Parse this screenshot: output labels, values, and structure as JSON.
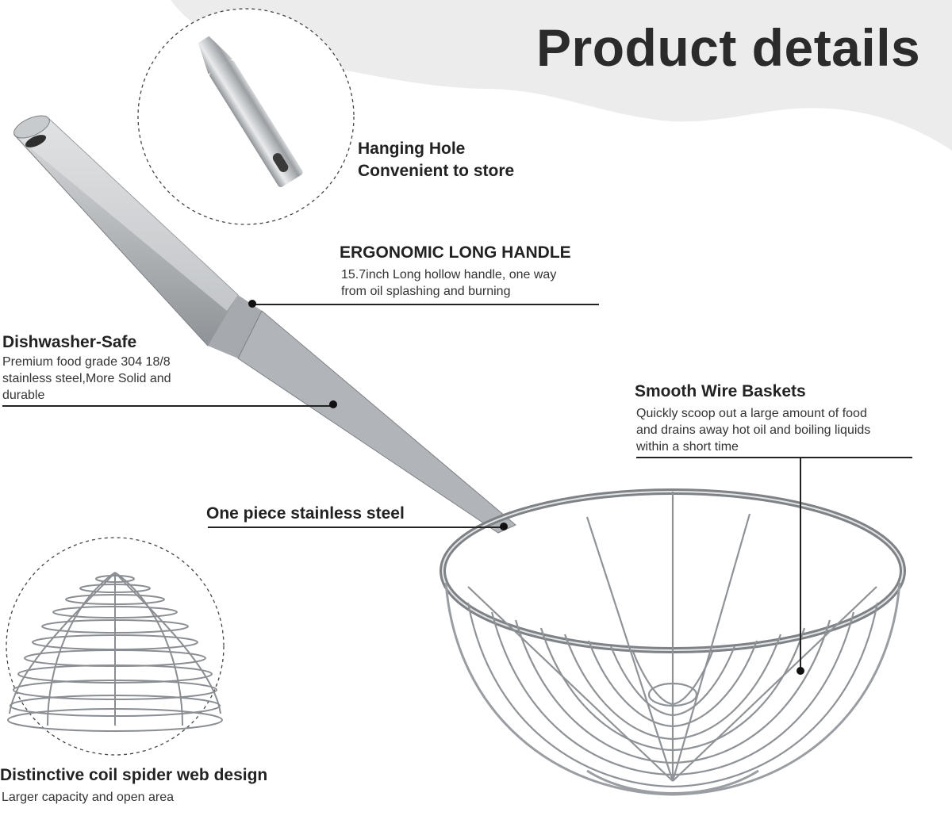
{
  "title": "Product details",
  "callouts": {
    "hanging_hole": {
      "title": "Hanging Hole",
      "line2": "Convenient to store"
    },
    "handle": {
      "title": "ERGONOMIC LONG HANDLE",
      "desc": "15.7inch Long hollow handle, one way\nfrom oil splashing and burning"
    },
    "dishwasher": {
      "title": "Dishwasher-Safe",
      "desc": "Premium food grade 304 18/8\nstainless steel,More Solid and\ndurable"
    },
    "baskets": {
      "title": "Smooth Wire Baskets",
      "desc": "Quickly scoop out a large amount of food\nand drains away hot oil and boiling liquids\nwithin a short time"
    },
    "one_piece": {
      "title": "One piece stainless steel"
    },
    "coil": {
      "title": "Distinctive coil spider web design",
      "desc": "Larger capacity and open area"
    }
  },
  "colors": {
    "background": "#ffffff",
    "backdrop": "#ededed",
    "text": "#222222",
    "steel": "#b8bcc0"
  }
}
